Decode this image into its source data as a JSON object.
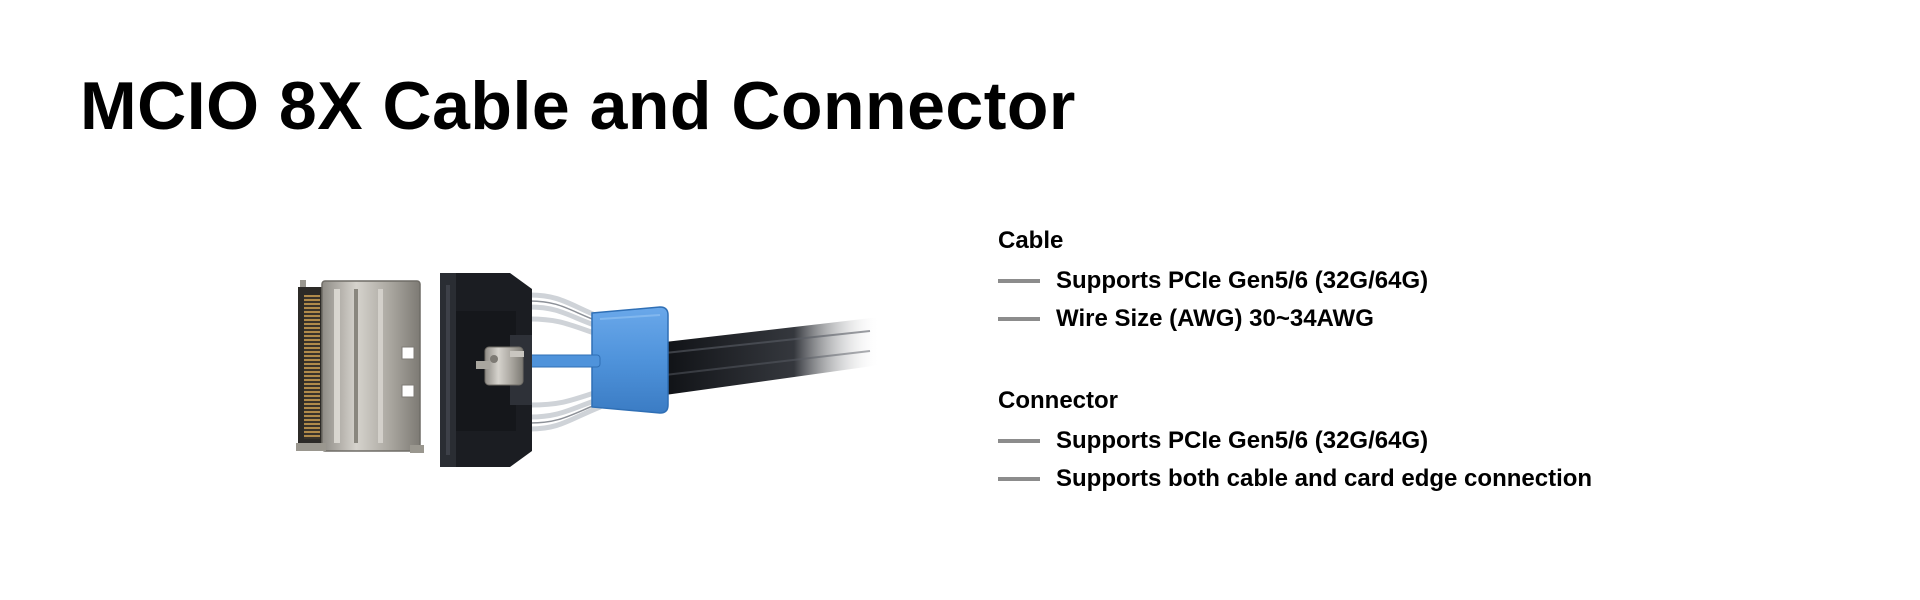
{
  "page": {
    "title": "MCIO 8X Cable and Connector"
  },
  "image": {
    "subject": "mcio-8x-connector-and-cable-assembly",
    "colors": {
      "metal": "#b9b6b0",
      "housing": "#1b1d22",
      "sleeve": "#4f93db",
      "cable": "#101216",
      "wire": "#cfd3d8",
      "bullet": "#8c8c8c"
    }
  },
  "sections": [
    {
      "heading": "Cable",
      "items": [
        "Supports PCIe Gen5/6 (32G/64G)",
        "Wire Size (AWG) 30~34AWG"
      ]
    },
    {
      "heading": "Connector",
      "items": [
        "Supports PCIe Gen5/6 (32G/64G)",
        "Supports both cable and card edge connection"
      ]
    }
  ]
}
